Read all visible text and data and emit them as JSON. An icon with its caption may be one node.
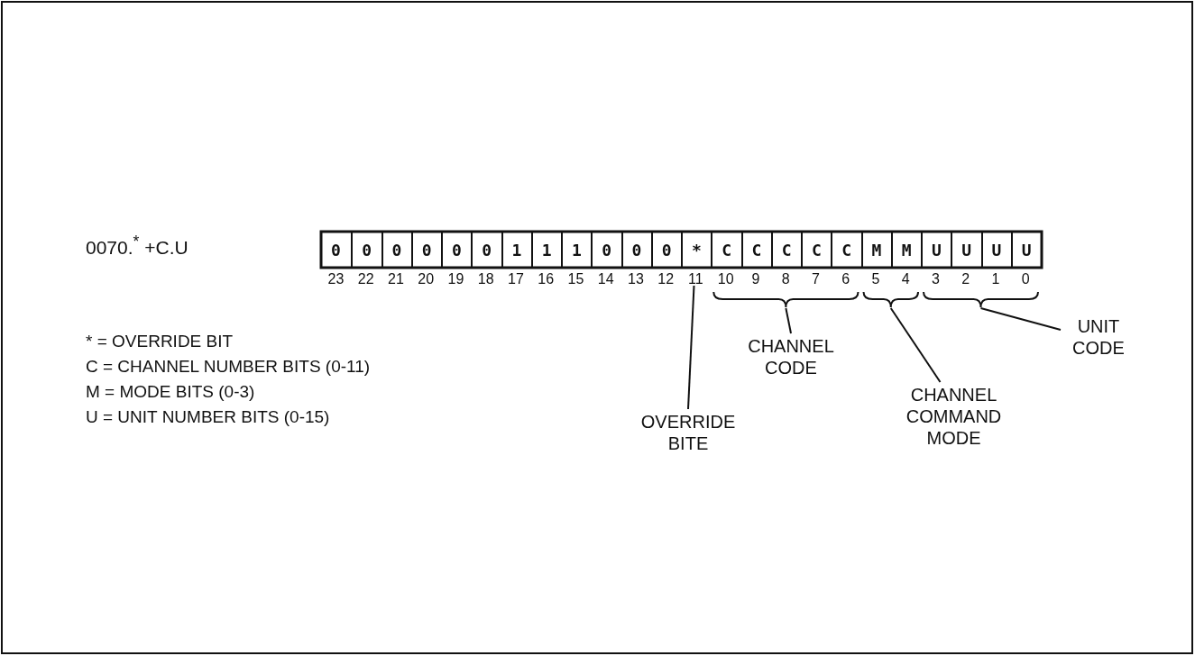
{
  "diagram": {
    "nodes": [
      {
        "text": [
          "0"
        ],
        "beside": [
          "23"
        ]
      },
      {
        "text": [
          "0"
        ],
        "beside": [
          "22"
        ]
      },
      {
        "text": [
          "0"
        ],
        "beside": [
          "21"
        ]
      },
      {
        "text": [
          "0"
        ],
        "beside": [
          "20"
        ]
      },
      {
        "text": [
          "0"
        ],
        "beside": [
          "19"
        ]
      },
      {
        "text": [
          "0"
        ],
        "beside": [
          "18"
        ]
      },
      {
        "text": [
          "1"
        ],
        "beside": [
          "17"
        ]
      },
      {
        "text": [
          "1"
        ],
        "beside": [
          "16"
        ]
      },
      {
        "text": [
          "1"
        ],
        "beside": [
          "15"
        ]
      },
      {
        "text": [
          "0"
        ],
        "beside": [
          "14"
        ]
      },
      {
        "text": [
          "0"
        ],
        "beside": [
          "13"
        ]
      },
      {
        "text": [
          "0"
        ],
        "beside": [
          "12"
        ]
      },
      {
        "text": [
          "*"
        ],
        "beside": [
          "11"
        ]
      },
      {
        "text": [
          "C"
        ],
        "beside": [
          "10"
        ]
      },
      {
        "text": [
          "C"
        ],
        "beside": [
          "9"
        ]
      },
      {
        "text": [
          "C"
        ],
        "beside": [
          "8"
        ]
      },
      {
        "text": [
          "C"
        ],
        "beside": [
          "7"
        ]
      },
      {
        "text": [
          "C"
        ],
        "beside": [
          "6"
        ]
      },
      {
        "text": [
          "M"
        ],
        "beside": [
          "5"
        ]
      },
      {
        "text": [
          "M"
        ],
        "beside": [
          "4"
        ]
      },
      {
        "text": [
          "U"
        ],
        "beside": [
          "3"
        ]
      },
      {
        "text": [
          "U"
        ],
        "beside": [
          "2"
        ]
      },
      {
        "text": [
          "U"
        ],
        "beside": [
          "1"
        ]
      },
      {
        "text": [
          "U"
        ],
        "beside": [
          "0"
        ]
      },
      {
        "text": [
          "OVERRIDE BITE"
        ]
      },
      {
        "text": [
          "CHANNEL CODE"
        ]
      },
      {
        "text": [
          "CHANNEL COMMAND MODE"
        ]
      },
      {
        "text": [
          "UNIT CODE"
        ]
      },
      {
        "text": [],
        "shape": "brace"
      },
      {
        "text": [],
        "shape": "brace"
      },
      {
        "text": [],
        "shape": "brace"
      }
    ],
    "edges": [
      {
        "from": 24,
        "to": 12,
        "arrow": "none"
      },
      {
        "from": 25,
        "to": 28,
        "arrow": "none"
      },
      {
        "from": 26,
        "to": 29,
        "arrow": "none"
      },
      {
        "from": 27,
        "to": 30,
        "arrow": "none"
      }
    ],
    "labels": [
      "0070.$^{*}$ +C.U",
      "* = OVERRIDE BIT",
      "C = CHANNEL NUMBER BITS (0-11)",
      "M = MODE BITS (0-3)",
      "U = UNIT NUMBER BITS (0-15)"
    ]
  }
}
